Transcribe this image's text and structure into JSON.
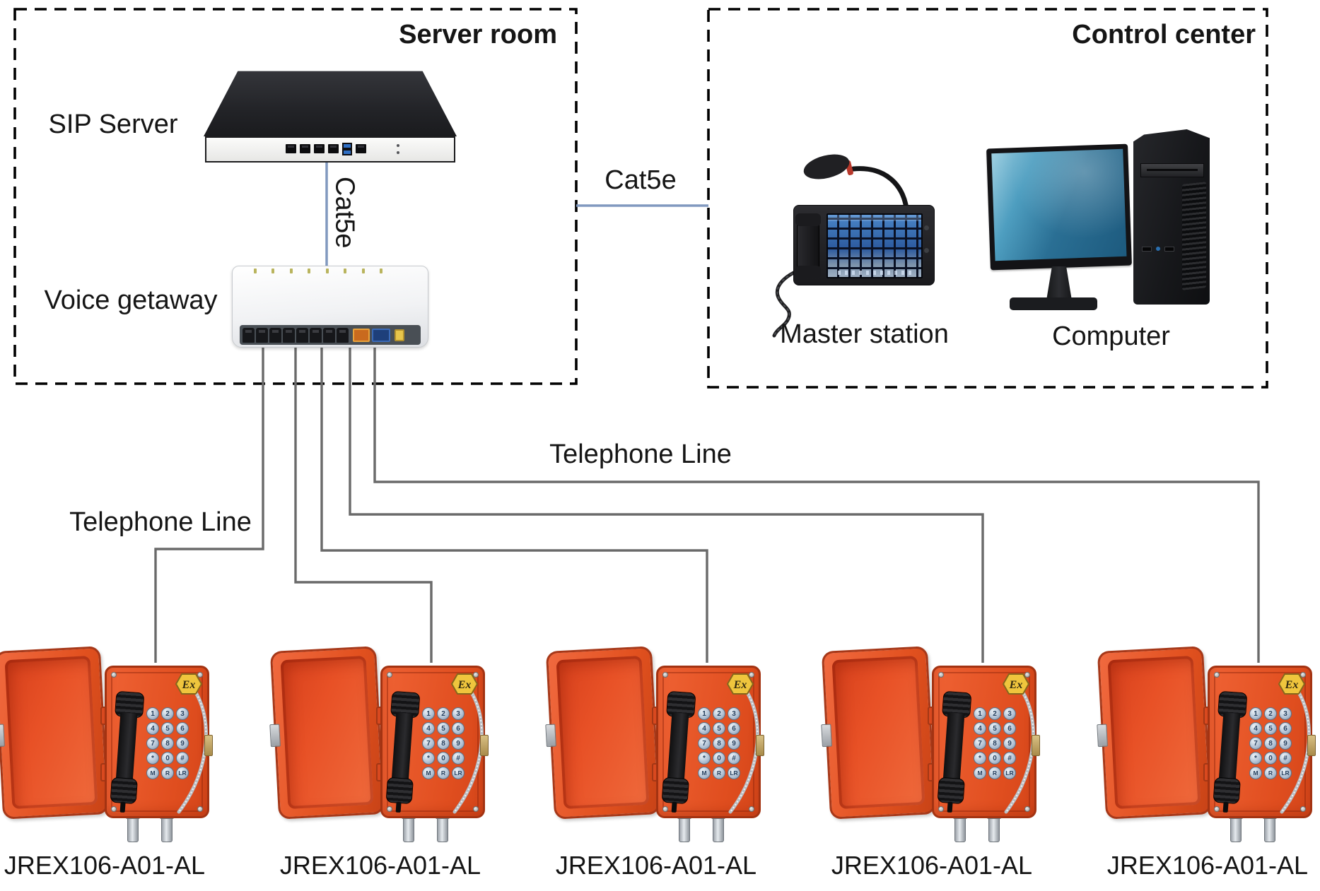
{
  "diagram": {
    "server_room": {
      "title": "Server room",
      "sip_server_label": "SIP Server",
      "gateway_label": "Voice getaway",
      "cable_vertical_label": "Cat5e"
    },
    "link": {
      "cable_label": "Cat5e"
    },
    "control_center": {
      "title": "Control center",
      "master_station_label": "Master station",
      "computer_label": "Computer"
    },
    "wiring": {
      "telephone_line_label_left": "Telephone Line",
      "telephone_line_label_middle": "Telephone Line"
    },
    "phones": {
      "ex_badge": "Ex",
      "keypad_keys": [
        "1",
        "2",
        "3",
        "4",
        "5",
        "6",
        "7",
        "8",
        "9",
        "*",
        "0",
        "#",
        "M",
        "R",
        "LR"
      ],
      "items": [
        {
          "label": "JREX106-A01-AL"
        },
        {
          "label": "JREX106-A01-AL"
        },
        {
          "label": "JREX106-A01-AL"
        },
        {
          "label": "JREX106-A01-AL"
        },
        {
          "label": "JREX106-A01-AL"
        }
      ]
    },
    "colors": {
      "phone_orange": "#e6532c",
      "line_gray": "#6a6a6a",
      "cable_blue": "#8199bf",
      "badge_yellow": "#efc53d"
    }
  }
}
